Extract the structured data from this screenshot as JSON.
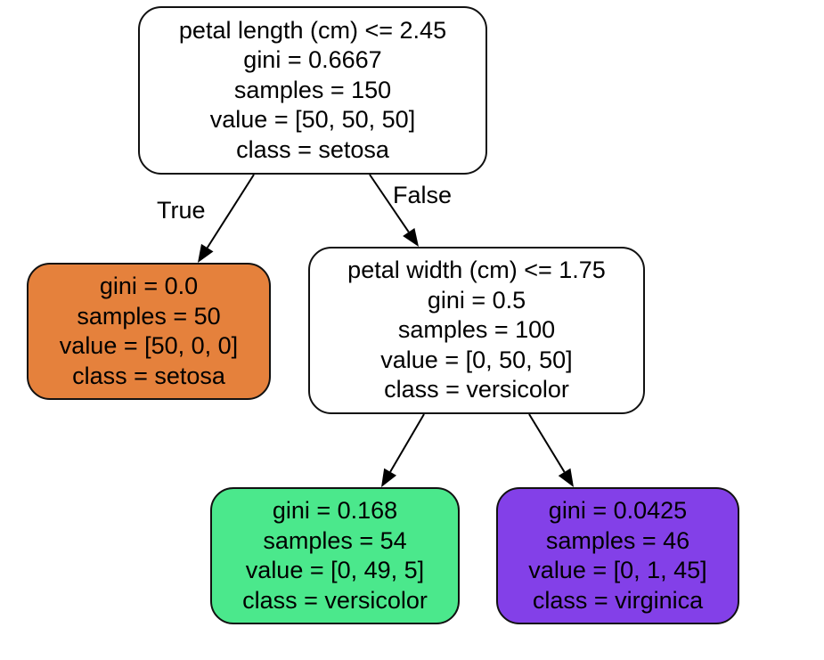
{
  "nodes": [
    {
      "id": "n0",
      "fill": "#ffffff",
      "lines": [
        "petal length (cm) <= 2.45",
        "gini = 0.6667",
        "samples = 150",
        "value = [50, 50, 50]",
        "class = setosa"
      ]
    },
    {
      "id": "n1",
      "fill": "#e5813c",
      "lines": [
        "gini = 0.0",
        "samples = 50",
        "value = [50, 0, 0]",
        "class = setosa"
      ]
    },
    {
      "id": "n2",
      "fill": "#ffffff",
      "lines": [
        "petal width (cm) <= 1.75",
        "gini = 0.5",
        "samples = 100",
        "value = [0, 50, 50]",
        "class = versicolor"
      ]
    },
    {
      "id": "n3",
      "fill": "#4be88c",
      "lines": [
        "gini = 0.168",
        "samples = 54",
        "value = [0, 49, 5]",
        "class = versicolor"
      ]
    },
    {
      "id": "n4",
      "fill": "#8340e8",
      "lines": [
        "gini = 0.0425",
        "samples = 46",
        "value = [0, 1, 45]",
        "class = virginica"
      ]
    }
  ],
  "edges": [
    {
      "from": "n0",
      "to": "n1",
      "label": "True"
    },
    {
      "from": "n0",
      "to": "n2",
      "label": "False"
    },
    {
      "from": "n2",
      "to": "n3",
      "label": ""
    },
    {
      "from": "n2",
      "to": "n4",
      "label": ""
    }
  ],
  "colors": {
    "border": "#111111",
    "edge": "#000000",
    "text": "#000000"
  }
}
